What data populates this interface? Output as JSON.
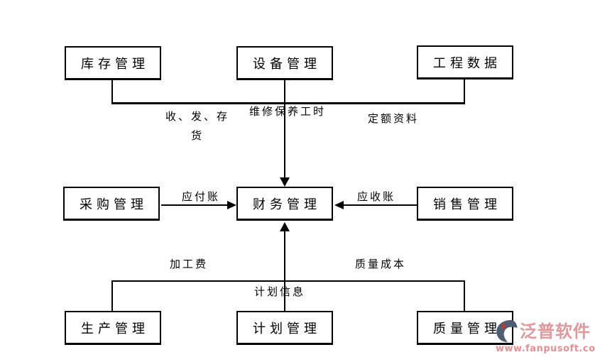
{
  "page": {
    "background_color": "#ffffff",
    "line_color": "#000000"
  },
  "diagram": {
    "nodes": {
      "inventory": {
        "label": "库存管理"
      },
      "equipment": {
        "label": "设备管理"
      },
      "engineering": {
        "label": "工程数据"
      },
      "procurement": {
        "label": "采购管理"
      },
      "finance": {
        "label": "财务管理"
      },
      "sales": {
        "label": "销售管理"
      },
      "production": {
        "label": "生产管理"
      },
      "planning": {
        "label": "计划管理"
      },
      "quality": {
        "label": "质量管理"
      }
    },
    "labels": {
      "store_flow_line1": "收、发、存",
      "store_flow_line2": "货",
      "maintenance_hours": "维修保养工时",
      "quota_data": "定额资料",
      "accounts_payable": "应付账",
      "accounts_receivable": "应收账",
      "processing_fee": "加工费",
      "quality_cost": "质量成本",
      "plan_info": "计划信息"
    }
  },
  "watermark": {
    "brand": "泛普软件",
    "url": "www.fanpusoft.com",
    "text_color": "#e2989a",
    "icon_color": "#4f5d73",
    "icon_accent_color": "#c0392b"
  }
}
